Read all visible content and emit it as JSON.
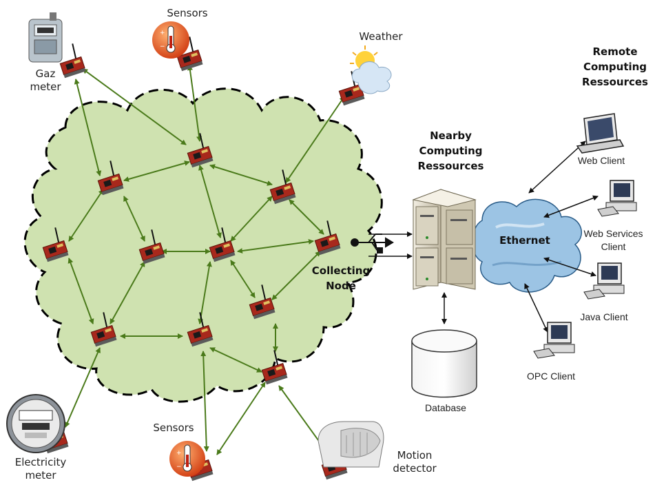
{
  "labels": {
    "gaz_meter": [
      "Gaz",
      "meter"
    ],
    "sensors_top": "Sensors",
    "weather": "Weather",
    "remote": [
      "Remote",
      "Computing",
      "Ressources"
    ],
    "nearby": [
      "Nearby",
      "Computing",
      "Ressources"
    ],
    "ethernet": "Ethernet",
    "collecting": [
      "Collecting",
      "Node"
    ],
    "web_client": "Web Client",
    "web_services": [
      "Web Services",
      "Client"
    ],
    "java_client": "Java Client",
    "opc_client": "OPC Client",
    "database": "Database",
    "sensors_bottom": "Sensors",
    "electricity": [
      "Electricity",
      "meter"
    ],
    "motion": [
      "Motion",
      "detector"
    ]
  },
  "colors": {
    "cloud_fill": "#cfe2b0",
    "cloud_stroke": "#000000",
    "link": "#4a7a1a",
    "board": "#a8281c",
    "ether_cloud": "#9cc4e4",
    "server": "#e2dccb"
  },
  "icons": {
    "node": "sensor-node-board-icon",
    "server": "server-rack-icon",
    "database": "database-cylinder-icon",
    "laptop": "laptop-icon",
    "desktop": "desktop-computer-icon",
    "usb": "usb-plug-icon",
    "thermometer": "thermometer-icon",
    "weather": "sun-cloud-icon",
    "gas": "gas-meter-icon",
    "electric": "electricity-meter-icon",
    "motion": "motion-detector-icon"
  }
}
